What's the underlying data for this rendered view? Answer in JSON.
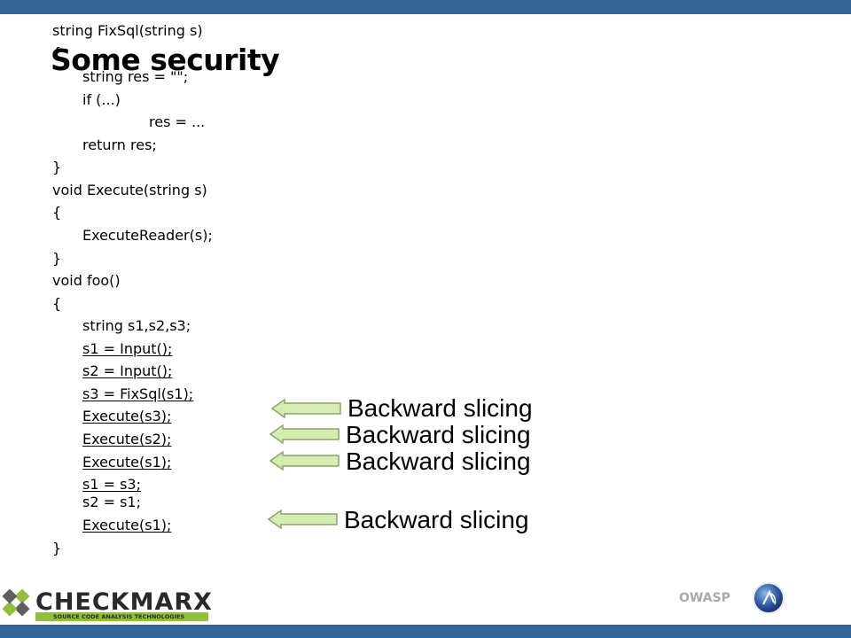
{
  "slide": {
    "title": "Some security",
    "code_lines": [
      "string FixSql(string s)",
      "{",
      "string res = \"\";",
      "if (...)",
      "res = ...",
      "return res;",
      "}",
      "void Execute(string s)",
      "{",
      "ExecuteReader(s);",
      "}",
      "void foo()",
      "{",
      "string s1,s2,s3;",
      "s1 = Input();",
      "s2 = Input();",
      "s3 = FixSql(s1);",
      "Execute(s3);",
      "Execute(s2);",
      "Execute(s1);",
      "s1 = s3;",
      "s2 = s1;",
      "Execute(s1);",
      "}"
    ],
    "annotations": [
      "Backward slicing",
      "Backward slicing",
      "Backward slicing",
      "Backward slicing"
    ]
  },
  "footer": {
    "logo_text": "CHECKMARX",
    "logo_tagline": "SOURCE CODE ANALYSIS TECHNOLOGIES",
    "org_label": "OWASP"
  },
  "colors": {
    "bar": "#336699",
    "arrow_fill": "#d6ecb0",
    "arrow_stroke": "#8aa66a",
    "logo_accent": "#8fbf3f"
  }
}
